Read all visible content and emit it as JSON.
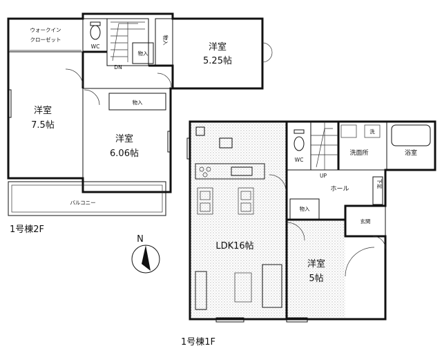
{
  "floor2": {
    "caption": "1号棟2F",
    "walk_in_closet": [
      "ウォークイン",
      "クローゼット"
    ],
    "wc": "WC",
    "storage_a": "物入",
    "storage_b": "物入",
    "storage_c": "物入",
    "dn": "DN",
    "room_a": {
      "name": "洋室",
      "size": "5.25帖"
    },
    "room_b": {
      "name": "洋室",
      "size": "7.5帖"
    },
    "room_c": {
      "name": "洋室",
      "size": "6.06帖"
    },
    "balcony": "バルコニー"
  },
  "floor1": {
    "caption": "1号棟1F",
    "wc": "WC",
    "up": "UP",
    "hall": "ホール",
    "washroom": "洗面所",
    "bathroom": "浴室",
    "laundry_mark": "洗",
    "shoe_box": "下足",
    "storage": "物入",
    "entrance": "玄関",
    "ldk": "LDK16帖",
    "room": {
      "name": "洋室",
      "size": "5帖"
    }
  },
  "compass": {
    "label": "N"
  }
}
